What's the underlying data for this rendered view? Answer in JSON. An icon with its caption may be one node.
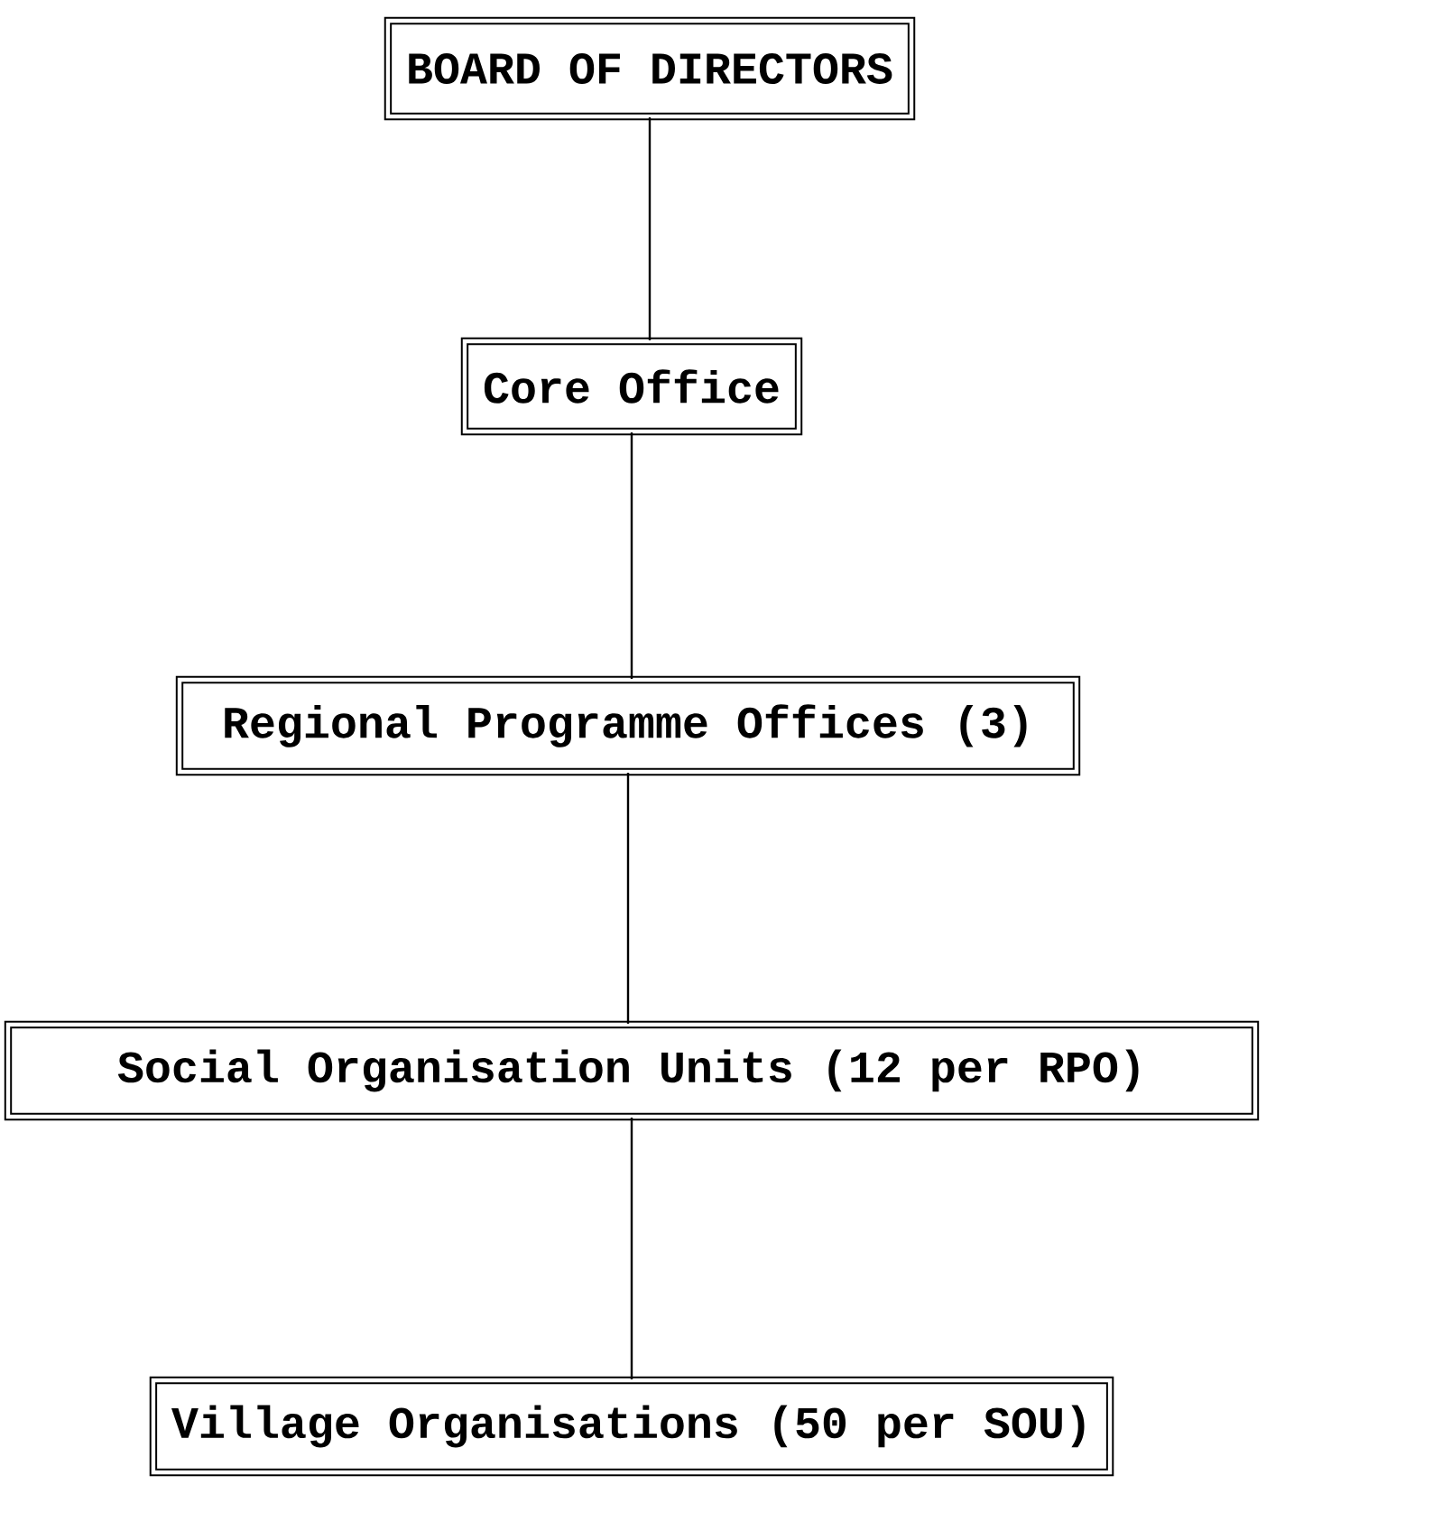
{
  "diagram": {
    "nodes": [
      {
        "text": [
          "BOARD OF DIRECTORS"
        ]
      },
      {
        "text": [
          "Core Office"
        ]
      },
      {
        "text": [
          "Regional Programme Offices (3)"
        ]
      },
      {
        "text": [
          "Social Organisation Units (12 per RPO)"
        ]
      },
      {
        "text": [
          "Village Organisations (50 per SOU)"
        ]
      }
    ],
    "edges": [
      {
        "from": 0,
        "to": 1,
        "arrow": "none"
      },
      {
        "from": 1,
        "to": 2,
        "arrow": "none"
      },
      {
        "from": 2,
        "to": 3,
        "arrow": "none"
      },
      {
        "from": 3,
        "to": 4,
        "arrow": "none"
      }
    ]
  }
}
